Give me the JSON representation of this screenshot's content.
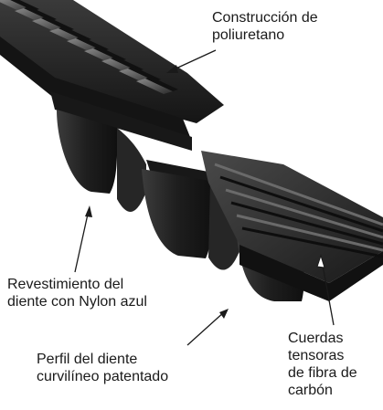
{
  "callouts": {
    "construccion": [
      "Construcción de",
      "poliuretano"
    ],
    "revestimiento": [
      "Revestimiento del",
      "diente con Nylon azul"
    ],
    "perfil": [
      "Perfil del diente",
      "curvilíneo patentado"
    ],
    "cuerdas": [
      "Cuerdas",
      "tensoras",
      "de fibra de",
      "carbón"
    ]
  },
  "colors": {
    "belt_dark": "#1b1b1b",
    "belt_mid": "#2e2e2e",
    "belt_light": "#6a6a6a",
    "text": "#1a1a1a",
    "arrow": "#1a1a1a"
  }
}
